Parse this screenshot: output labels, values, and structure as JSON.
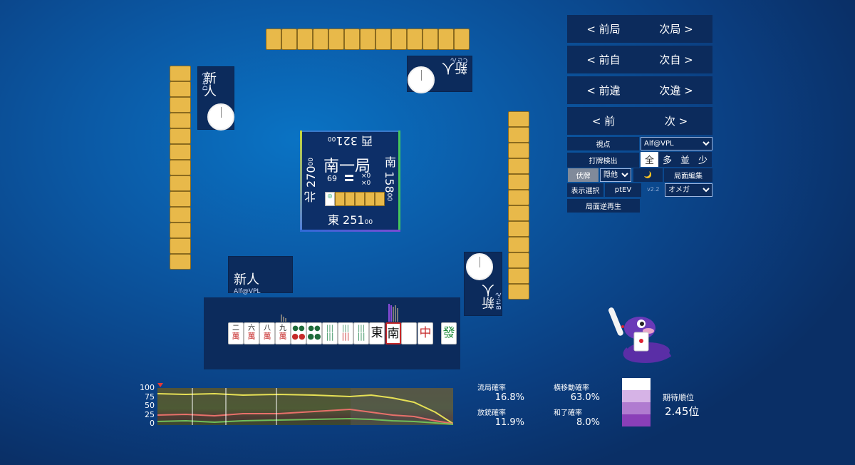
{
  "players": {
    "top": {
      "name": "新人",
      "id": "Cさん"
    },
    "left": {
      "name": "新人",
      "id": "Dさん"
    },
    "right": {
      "name": "新人",
      "id": "Bさん"
    },
    "self": {
      "name": "新人",
      "id": "Alf@VPL"
    }
  },
  "board": {
    "round": "南一局",
    "honba": "69",
    "scores": {
      "north": "北 270",
      "north_sub": "00",
      "south": "南 158",
      "south_sub": "00",
      "east": "東 251",
      "east_sub": "00",
      "west": "西 321",
      "west_sub": "00"
    },
    "counters": "×0\n×0"
  },
  "nav": [
    {
      "prev": "< 前局",
      "next": "次局 >"
    },
    {
      "prev": "< 前自",
      "next": "次自 >"
    },
    {
      "prev": "< 前違",
      "next": "次違 >"
    },
    {
      "prev": "< 前",
      "next": "次 >"
    }
  ],
  "controls": {
    "viewpoint_label": "視点",
    "viewpoint_value": "Alf@VPL",
    "discard_detect_label": "打牌検出",
    "filter_options": [
      "全",
      "多",
      "並",
      "少"
    ],
    "filter_selected": "全",
    "hidden_label": "伏牌",
    "hidden_value": "隠他",
    "moon": "🌙",
    "edit_label": "局面編集",
    "display_select_label": "表示選択",
    "ptev_label": "ptEV",
    "version": "v2.2",
    "model_value": "オメガ",
    "replay_label": "局面逆再生"
  },
  "hand": [
    {
      "n": "二",
      "s": "萬"
    },
    {
      "n": "六",
      "s": "萬"
    },
    {
      "n": "八",
      "s": "萬"
    },
    {
      "n": "九",
      "s": "萬"
    },
    {
      "n": "●●",
      "s": "●●"
    },
    {
      "n": "●●",
      "s": "●●"
    },
    {
      "n": "|||",
      "s": "|||"
    },
    {
      "n": "|||",
      "s": "|||"
    },
    {
      "n": "|||",
      "s": "|||"
    },
    {
      "n": "東",
      "s": ""
    },
    {
      "n": "南",
      "s": ""
    },
    {
      "n": "",
      "s": ""
    },
    {
      "n": "中",
      "s": ""
    },
    {
      "n": "發",
      "s": ""
    }
  ],
  "graph": {
    "y_ticks": [
      "100",
      "75",
      "50",
      "25",
      "0"
    ]
  },
  "stats": {
    "draw_rate_label": "流局確率",
    "draw_rate": "16.8%",
    "side_move_label": "横移動確率",
    "side_move": "63.0%",
    "deal_in_label": "放銃確率",
    "deal_in": "11.9%",
    "win_label": "和了確率",
    "win": "8.0%",
    "exp_rank_label": "期待順位",
    "exp_rank": "2.45位"
  },
  "rank_colors": [
    "#ffffff",
    "#d6b3e6",
    "#b07bd0",
    "#8a3fb8"
  ]
}
